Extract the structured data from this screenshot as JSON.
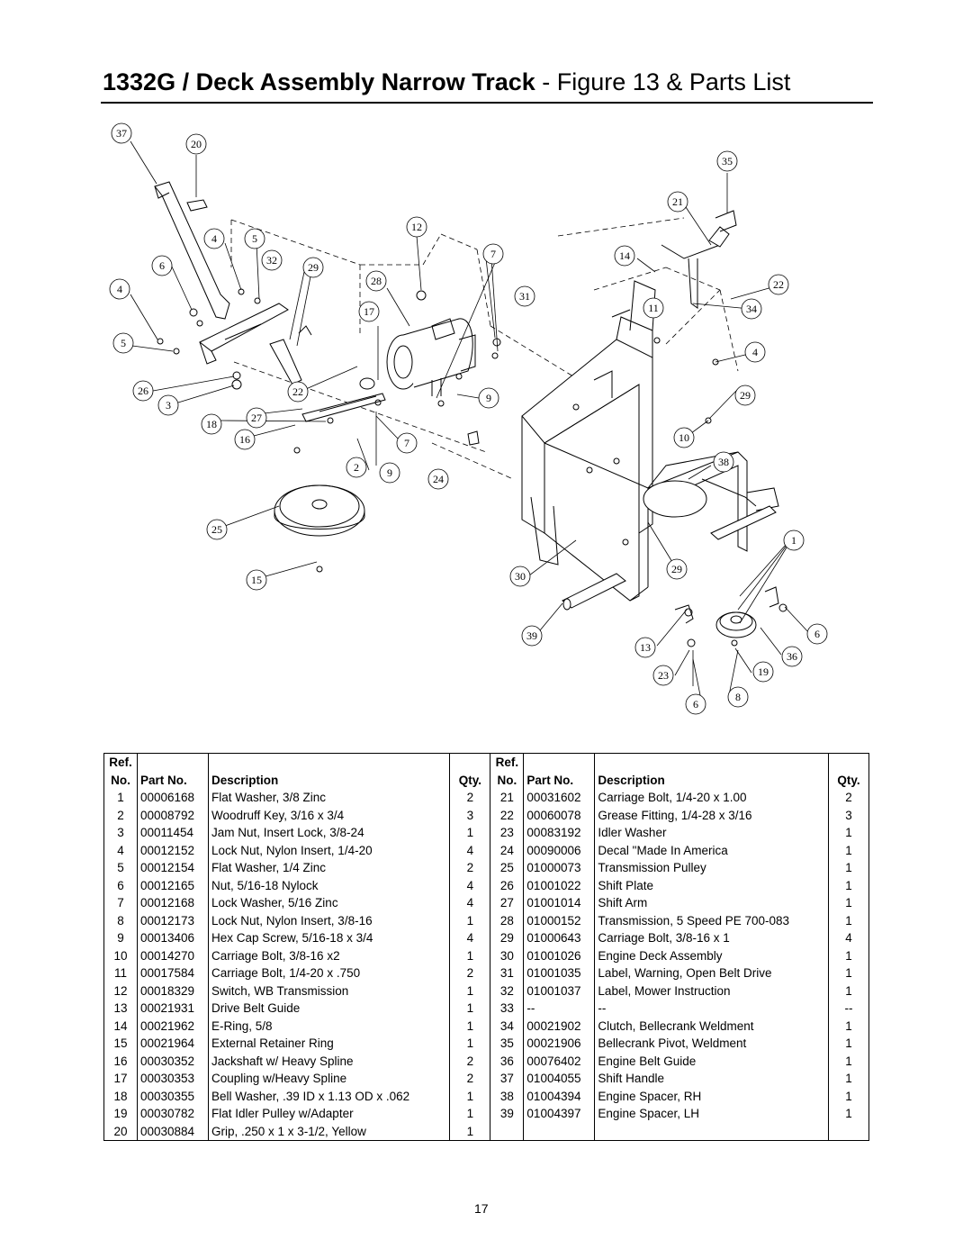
{
  "title": {
    "bold_part": "1332G / Deck Assembly Narrow Track",
    "normal_part": " - Figure 13 & Parts List"
  },
  "diagram": {
    "callouts": [
      "37",
      "20",
      "35",
      "21",
      "12",
      "4",
      "5",
      "6",
      "32",
      "29",
      "7",
      "14",
      "4",
      "28",
      "22",
      "31",
      "17",
      "11",
      "34",
      "5",
      "4",
      "26",
      "22",
      "9",
      "29",
      "3",
      "27",
      "18",
      "16",
      "7",
      "10",
      "38",
      "2",
      "9",
      "24",
      "25",
      "1",
      "15",
      "30",
      "29",
      "39",
      "6",
      "13",
      "36",
      "23",
      "19",
      "6",
      "8"
    ]
  },
  "table": {
    "headers": {
      "ref_top": "Ref.",
      "ref_bottom": "No.",
      "part_no": "Part No.",
      "description": "Description",
      "qty": "Qty."
    },
    "left_rows": [
      {
        "ref": "1",
        "part": "00006168",
        "desc": "Flat Washer, 3/8 Zinc",
        "qty": "2"
      },
      {
        "ref": "2",
        "part": "00008792",
        "desc": "Woodruff Key, 3/16 x 3/4",
        "qty": "3"
      },
      {
        "ref": "3",
        "part": "00011454",
        "desc": "Jam Nut, Insert Lock, 3/8-24",
        "qty": "1"
      },
      {
        "ref": "4",
        "part": "00012152",
        "desc": "Lock Nut, Nylon Insert, 1/4-20",
        "qty": "4"
      },
      {
        "ref": "5",
        "part": "00012154",
        "desc": "Flat Washer, 1/4 Zinc",
        "qty": "2"
      },
      {
        "ref": "6",
        "part": "00012165",
        "desc": "Nut, 5/16-18 Nylock",
        "qty": "4"
      },
      {
        "ref": "7",
        "part": "00012168",
        "desc": "Lock Washer, 5/16 Zinc",
        "qty": "4"
      },
      {
        "ref": "8",
        "part": "00012173",
        "desc": "Lock Nut, Nylon Insert, 3/8-16",
        "qty": "1"
      },
      {
        "ref": "9",
        "part": "00013406",
        "desc": "Hex Cap Screw, 5/16-18 x 3/4",
        "qty": "4"
      },
      {
        "ref": "10",
        "part": "00014270",
        "desc": "Carriage Bolt, 3/8-16 x2",
        "qty": "1"
      },
      {
        "ref": "11",
        "part": "00017584",
        "desc": "Carriage Bolt, 1/4-20 x .750",
        "qty": "2"
      },
      {
        "ref": "12",
        "part": "00018329",
        "desc": "Switch, WB Transmission",
        "qty": "1"
      },
      {
        "ref": "13",
        "part": "00021931",
        "desc": "Drive Belt Guide",
        "qty": "1"
      },
      {
        "ref": "14",
        "part": "00021962",
        "desc": "E-Ring, 5/8",
        "qty": "1"
      },
      {
        "ref": "15",
        "part": "00021964",
        "desc": "External Retainer Ring",
        "qty": "1"
      },
      {
        "ref": "16",
        "part": "00030352",
        "desc": "Jackshaft w/ Heavy Spline",
        "qty": "2"
      },
      {
        "ref": "17",
        "part": "00030353",
        "desc": "Coupling w/Heavy Spline",
        "qty": "2"
      },
      {
        "ref": "18",
        "part": "00030355",
        "desc": "Bell Washer, .39 ID x 1.13 OD x .062",
        "qty": "1"
      },
      {
        "ref": "19",
        "part": "00030782",
        "desc": "Flat Idler Pulley w/Adapter",
        "qty": "1"
      },
      {
        "ref": "20",
        "part": "00030884",
        "desc": "Grip, .250 x 1 x 3-1/2, Yellow",
        "qty": "1"
      }
    ],
    "right_rows": [
      {
        "ref": "21",
        "part": "00031602",
        "desc": "Carriage Bolt, 1/4-20 x 1.00",
        "qty": "2"
      },
      {
        "ref": "22",
        "part": "00060078",
        "desc": "Grease Fitting, 1/4-28 x 3/16",
        "qty": "3"
      },
      {
        "ref": "23",
        "part": "00083192",
        "desc": "Idler Washer",
        "qty": "1"
      },
      {
        "ref": "24",
        "part": "00090006",
        "desc": "Decal \"Made In America",
        "qty": "1"
      },
      {
        "ref": "25",
        "part": "01000073",
        "desc": "Transmission Pulley",
        "qty": "1"
      },
      {
        "ref": "26",
        "part": "01001022",
        "desc": "Shift Plate",
        "qty": "1"
      },
      {
        "ref": "27",
        "part": "01001014",
        "desc": "Shift Arm",
        "qty": "1"
      },
      {
        "ref": "28",
        "part": "01000152",
        "desc": "Transmission, 5 Speed PE 700-083",
        "qty": "1"
      },
      {
        "ref": "29",
        "part": "01000643",
        "desc": "Carriage Bolt, 3/8-16 x 1",
        "qty": "4"
      },
      {
        "ref": "30",
        "part": "01001026",
        "desc": "Engine Deck Assembly",
        "qty": "1"
      },
      {
        "ref": "31",
        "part": "01001035",
        "desc": "Label, Warning, Open Belt Drive",
        "qty": "1"
      },
      {
        "ref": "32",
        "part": "01001037",
        "desc": "Label, Mower Instruction",
        "qty": "1"
      },
      {
        "ref": "33",
        "part": "--",
        "desc": "--",
        "qty": "--"
      },
      {
        "ref": "34",
        "part": "00021902",
        "desc": "Clutch, Bellecrank Weldment",
        "qty": "1"
      },
      {
        "ref": "35",
        "part": "00021906",
        "desc": "Bellecrank Pivot, Weldment",
        "qty": "1"
      },
      {
        "ref": "36",
        "part": "00076402",
        "desc": "Engine Belt Guide",
        "qty": "1"
      },
      {
        "ref": "37",
        "part": "01004055",
        "desc": "Shift Handle",
        "qty": "1"
      },
      {
        "ref": "38",
        "part": "01004394",
        "desc": "Engine Spacer, RH",
        "qty": "1"
      },
      {
        "ref": "39",
        "part": "01004397",
        "desc": "Engine Spacer, LH",
        "qty": "1"
      }
    ]
  },
  "page_number": "17"
}
